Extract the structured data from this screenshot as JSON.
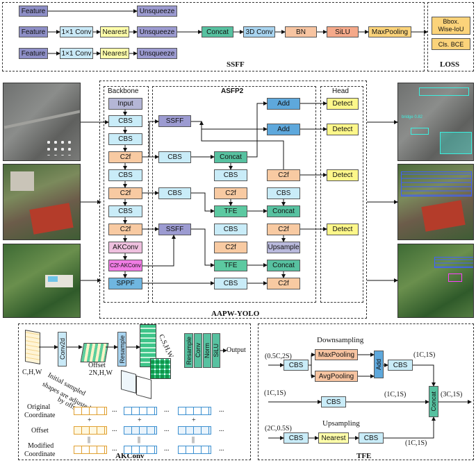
{
  "ssff": {
    "title": "SSFF",
    "feature": "Feature",
    "conv1x1": "1×1 Conv",
    "nearest": "Nearest",
    "unsqueeze": "Unsqueeze",
    "concat": "Concat",
    "conv3d": "3D Conv",
    "bn": "BN",
    "silu": "SiLU",
    "maxpool": "MaxPooling"
  },
  "loss": {
    "title": "LOSS",
    "bbox_line1": "Bbox.",
    "bbox_line2": "Wise-IoU",
    "cls": "Cls. BCE"
  },
  "aapw": {
    "title": "AAPW-YOLO",
    "backbone_title": "Backbone",
    "asfp2_title": "ASFP2",
    "head_title": "Head",
    "backbone": [
      "Input",
      "CBS",
      "CBS",
      "C2f",
      "CBS",
      "C2f",
      "CBS",
      "C2f",
      "AKConv",
      "C2f-AKConv",
      "SPPF"
    ],
    "neck": {
      "ssff": "SSFF",
      "cbs": "CBS",
      "concat": "Concat",
      "c2f": "C2f",
      "tfe": "TFE",
      "upsample": "Upsample",
      "add": "Add"
    },
    "detect": "Detect"
  },
  "akconv": {
    "title": "AKConv",
    "input_dims": "C,H,W",
    "conv2d": "Conv2d",
    "offset": "Offset",
    "offset_dims": "2N,H,W",
    "resample": "Resample",
    "out_dims": "C,S,H,W",
    "conv": "Conv",
    "norm": "Norm",
    "silu": "SiLU",
    "output": "Output",
    "note": [
      "Initial sampled",
      "shapes are adjusted",
      "by offsets"
    ],
    "row_original": [
      "Original",
      "Coordinate"
    ],
    "row_offset": "Offset",
    "row_modified": [
      "Modified",
      "Coordinate"
    ],
    "ellipsis": "...",
    "plus": "+",
    "equals": "||"
  },
  "tfe": {
    "title": "TFE",
    "downsampling": "Downsampling",
    "upsampling": "Upsampling",
    "in_large": "(0.5C,2S)",
    "in_mid": "(1C,1S)",
    "in_small": "(2C,0.5S)",
    "out_large": "(1C,1S)",
    "out_mid": "(1C,1S)",
    "out_small": "(1C,1S)",
    "out_concat": "(3C,1S)",
    "cbs": "CBS",
    "maxpool": "MaxPooling",
    "avgpool": "AvgPooling",
    "add": "Add",
    "nearest": "Nearest",
    "concat": "Concat"
  },
  "detections": {
    "label_example": "bridge 0.82"
  }
}
